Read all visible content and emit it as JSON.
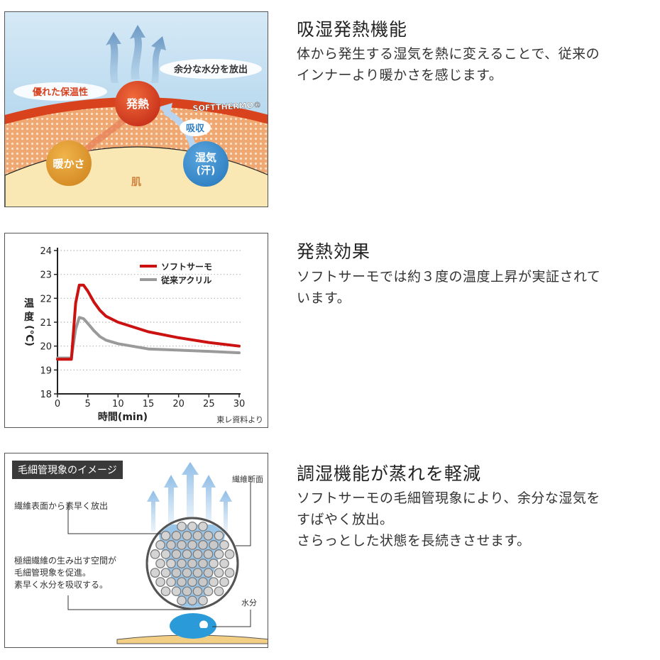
{
  "sections": [
    {
      "heading": "吸湿発熱機能",
      "body": [
        "体から発生する湿気を熱に変えることで、従来の",
        "インナーより暖かさを感じます。"
      ]
    },
    {
      "heading": "発熱効果",
      "body": [
        "ソフトサーモでは約３度の温度上昇が実証されて",
        "います。"
      ]
    },
    {
      "heading": "調湿機能が蒸れを軽減",
      "body": [
        "ソフトサーモの毛細管現象により、余分な湿気を",
        "すばやく放出。",
        "さらっとした状態を長続きさせます。"
      ]
    }
  ],
  "diagram1": {
    "heat": "発熱",
    "release": "余分な水分を放出",
    "insulation": "優れた保温性",
    "brand": "SOFTTHERMO®",
    "absorb": "吸収",
    "warmth": "暖かさ",
    "moisture_line1": "湿気",
    "moisture_line2": "(汗)",
    "skin": "肌",
    "colors": {
      "sky": "#a9cfe9",
      "fabric": "#d8421c",
      "heat": "#d6401e",
      "warm": "#e09a33",
      "moist": "#3d8fcf",
      "skin": "#f9e7b4"
    }
  },
  "chart_data": {
    "type": "line",
    "ylabel_chars": [
      "温",
      "度",
      "(℃)"
    ],
    "xlabel": "時間(min)",
    "source": "東レ資料より",
    "xlim": [
      0,
      30
    ],
    "ylim": [
      18,
      24
    ],
    "xticks": [
      0,
      5,
      10,
      15,
      20,
      25,
      30
    ],
    "yticks": [
      18,
      19,
      20,
      21,
      22,
      23,
      24
    ],
    "grid": true,
    "legend_position": "top-right",
    "series": [
      {
        "name": "ソフトサーモ",
        "color": "#cc1111",
        "x": [
          0,
          2.3,
          3,
          3.6,
          4.3,
          5,
          6,
          7,
          8,
          10,
          15,
          20,
          25,
          30
        ],
        "y": [
          19.45,
          19.45,
          21.8,
          22.55,
          22.55,
          22.3,
          21.85,
          21.5,
          21.25,
          21.0,
          20.6,
          20.35,
          20.15,
          20.0
        ]
      },
      {
        "name": "従来アクリル",
        "color": "#9a9a9a",
        "x": [
          0,
          2.3,
          3,
          3.6,
          4.3,
          5,
          6,
          7,
          8,
          10,
          15,
          20,
          25,
          30
        ],
        "y": [
          19.5,
          19.5,
          20.7,
          21.2,
          21.15,
          20.95,
          20.65,
          20.4,
          20.25,
          20.1,
          19.88,
          19.83,
          19.78,
          19.72
        ]
      }
    ]
  },
  "diagram3": {
    "title": "毛細管現象のイメージ",
    "label_fiber_section": "繊維断面",
    "label_surface": "繊維表面から素早く放出",
    "label_capillary": [
      "極細繊維の生み出す空間が",
      "毛細管現象を促進。",
      "素早く水分を吸収する。"
    ],
    "label_water": "水分"
  }
}
